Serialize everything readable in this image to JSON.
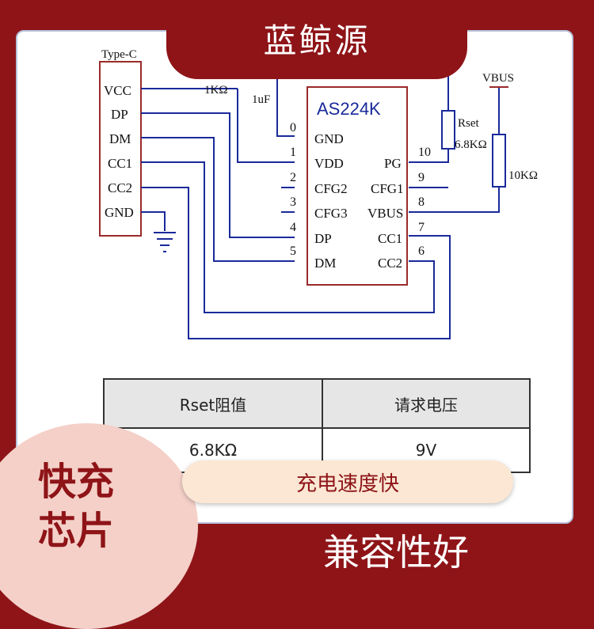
{
  "brand": {
    "name": "蓝鲸源"
  },
  "schematic": {
    "connector": {
      "title": "Type-C",
      "pins": [
        "VCC",
        "DP",
        "DM",
        "CC1",
        "CC2",
        "GND"
      ]
    },
    "chip": {
      "name": "AS224K",
      "left_pins": [
        {
          "num": "0",
          "name": "GND"
        },
        {
          "num": "1",
          "name": "VDD"
        },
        {
          "num": "2",
          "name": "CFG2"
        },
        {
          "num": "3",
          "name": "CFG3"
        },
        {
          "num": "4",
          "name": "DP"
        },
        {
          "num": "5",
          "name": "DM"
        }
      ],
      "right_pins": [
        {
          "num": "10",
          "name": "PG"
        },
        {
          "num": "9",
          "name": "CFG1"
        },
        {
          "num": "8",
          "name": "VBUS"
        },
        {
          "num": "7",
          "name": "CC1"
        },
        {
          "num": "6",
          "name": "CC2"
        }
      ]
    },
    "components": {
      "r1": "1KΩ",
      "c1": "1uF",
      "rset_name": "Rset",
      "rset_value": "6.8KΩ",
      "vbus_label": "VBUS",
      "r2": "10KΩ"
    }
  },
  "table": {
    "headers": [
      "Rset阻值",
      "请求电压"
    ],
    "rows": [
      [
        "6.8KΩ",
        "9V"
      ]
    ]
  },
  "badges": {
    "left_line1": "快充",
    "left_line2": "芯片",
    "pill": "充电速度快",
    "bottom": "兼容性好"
  },
  "colors": {
    "brand_red": "#8e1418",
    "wire_blue": "#1a2a9a",
    "connector_red": "#9a2a2a"
  }
}
